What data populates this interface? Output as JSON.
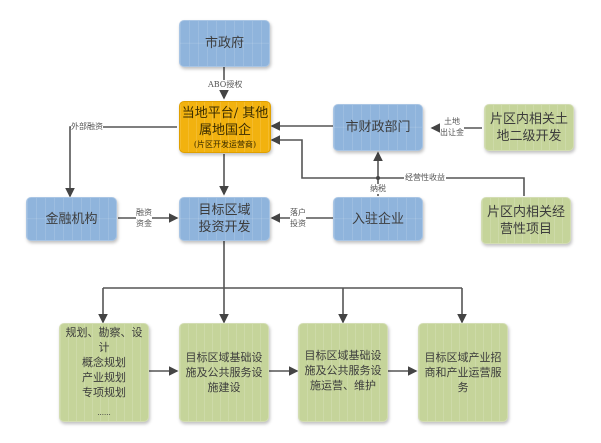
{
  "nodes": {
    "municipal_government": {
      "label": "市政府"
    },
    "local_platform": {
      "line1": "当地平台/ 其他",
      "line2": "属地国企",
      "sub": "(片区开发运营商)"
    },
    "finance_department": {
      "label": "市财政部门"
    },
    "land_secondary_dev": {
      "line1": "片区内相关土",
      "line2": "地二级开发"
    },
    "financial_institution": {
      "label": "金融机构"
    },
    "target_area_investment": {
      "line1": "目标区域",
      "line2": "投资开发"
    },
    "settled_enterprises": {
      "label": "入驻企业"
    },
    "operating_projects": {
      "line1": "片区内相关经",
      "line2": "营性项目"
    },
    "planning_design": {
      "line1": "规划、勘察、设",
      "line2": "计",
      "items": [
        "概念规划",
        "产业规划",
        "专项规划"
      ],
      "ellipsis": "......"
    },
    "infrastructure_construction": {
      "line1": "目标区域基础设",
      "line2": "施及公共服务设",
      "line3": "施建设"
    },
    "infrastructure_operation": {
      "line1": "目标区域基础设",
      "line2": "施及公共服务设",
      "line3": "施运营、维护"
    },
    "industry_investment_ops": {
      "line1": "目标区域产业招",
      "line2": "商和产业运营服",
      "line3": "务"
    }
  },
  "edge_labels": {
    "authorization": "ABO授权",
    "external_financing": "外部融资",
    "land_transfer_fee_1": "土地",
    "land_transfer_fee_2": "出让金",
    "operating_revenue": "经营性收益",
    "tax": "纳税",
    "financing_funds_1": "融资",
    "financing_funds_2": "资金",
    "settle_invest_1": "落户",
    "settle_invest_2": "投资"
  }
}
